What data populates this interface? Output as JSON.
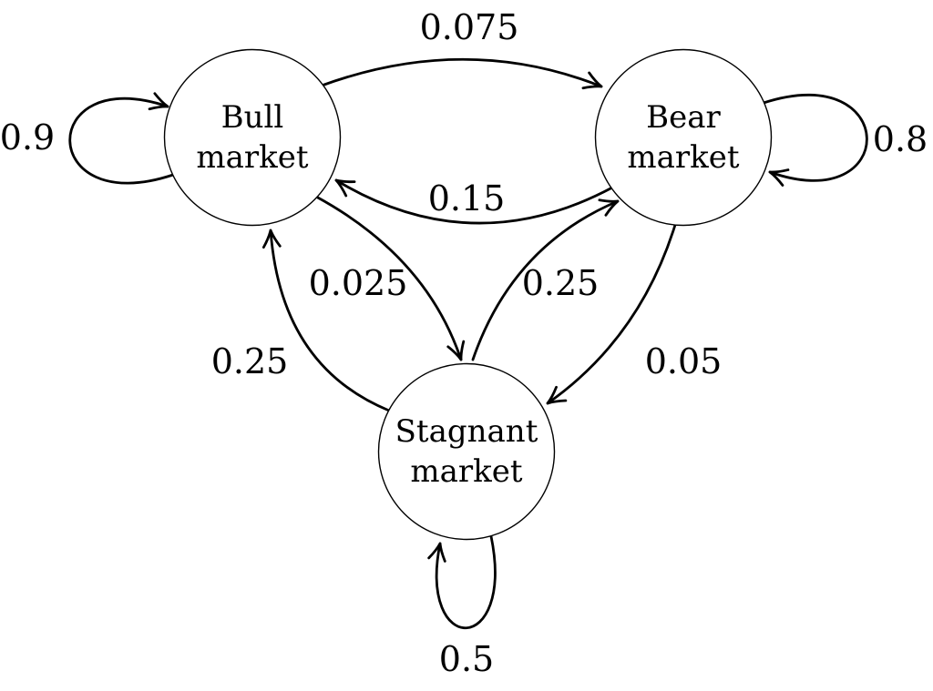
{
  "figure": {
    "description": "Markov chain state transition diagram of market conditions",
    "colors": {
      "background": "#ffffff",
      "line": "#000000",
      "node_fill": "#ffffff",
      "text": "#000000"
    },
    "nodes": {
      "bull": {
        "line1": "Bull",
        "line2": "market",
        "self_loop_prob": "0.9"
      },
      "bear": {
        "line1": "Bear",
        "line2": "market",
        "self_loop_prob": "0.8"
      },
      "stagnant": {
        "line1": "Stagnant",
        "line2": "market",
        "self_loop_prob": "0.5"
      }
    },
    "transitions": {
      "bull_to_bear": "0.075",
      "bear_to_bull": "0.15",
      "bull_to_stagnant": "0.025",
      "stagnant_to_bear": "0.25",
      "bear_to_stagnant": "0.05",
      "stagnant_to_bull": "0.25"
    }
  }
}
